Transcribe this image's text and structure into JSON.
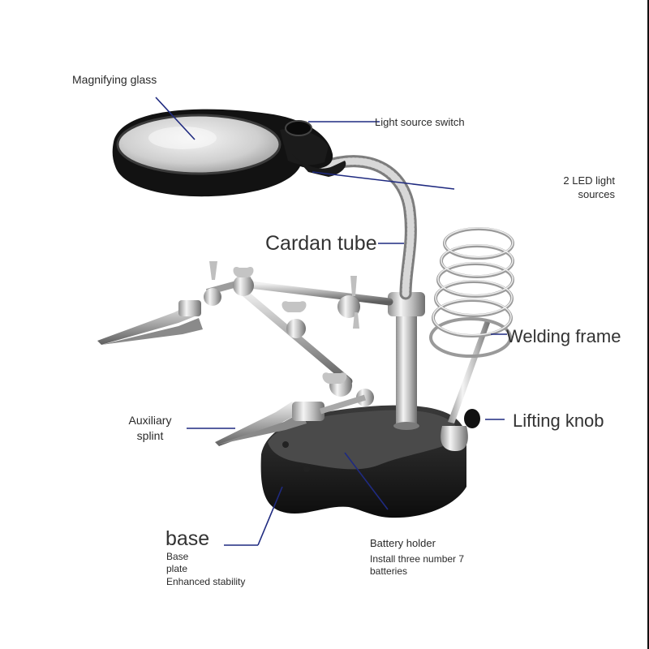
{
  "labels": {
    "magnifying_glass": "Magnifying glass",
    "light_switch": "Light source switch",
    "led_line1": "2 LED light",
    "led_line2": "sources",
    "cardan_tube": "Cardan tube",
    "welding_frame": "Welding frame",
    "lifting_knob": "Lifting knob",
    "auxiliary_line1": "Auxiliary",
    "auxiliary_line2": "splint",
    "base": "base",
    "base_sub1": "Base",
    "base_sub2": "plate",
    "base_sub3": "Enhanced stability",
    "battery_title": "Battery holder",
    "battery_line1": "Install three number 7",
    "battery_line2": "batteries"
  },
  "colors": {
    "leader_line": "#1f2a80",
    "base_plastic": "#1b1b1b",
    "chrome": "#c9c9c9",
    "background": "#ffffff"
  },
  "icons": {
    "product": "helping-hands-magnifier-icon"
  }
}
